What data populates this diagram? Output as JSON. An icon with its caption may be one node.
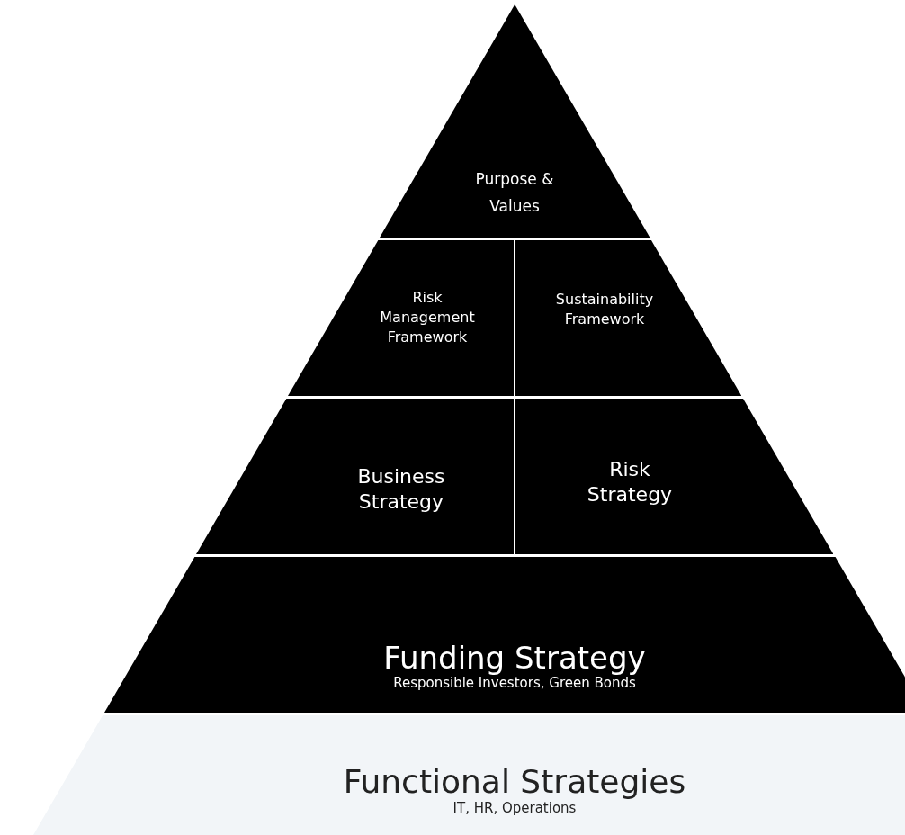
{
  "diagram": {
    "nodes": [
      {
        "text": [
          "Purpose & Values"
        ]
      },
      {
        "text": [
          "Risk Management Framework"
        ]
      },
      {
        "text": [
          "Sustainability Framework"
        ]
      },
      {
        "text": [
          "Business Strategy"
        ]
      },
      {
        "text": [
          "Risk Strategy"
        ]
      },
      {
        "text": [
          "Funding Strategy",
          "Responsible Investors, Green Bonds"
        ]
      },
      {
        "text": [
          "Functional Strategies",
          "IT, HR, Operations"
        ]
      }
    ]
  }
}
